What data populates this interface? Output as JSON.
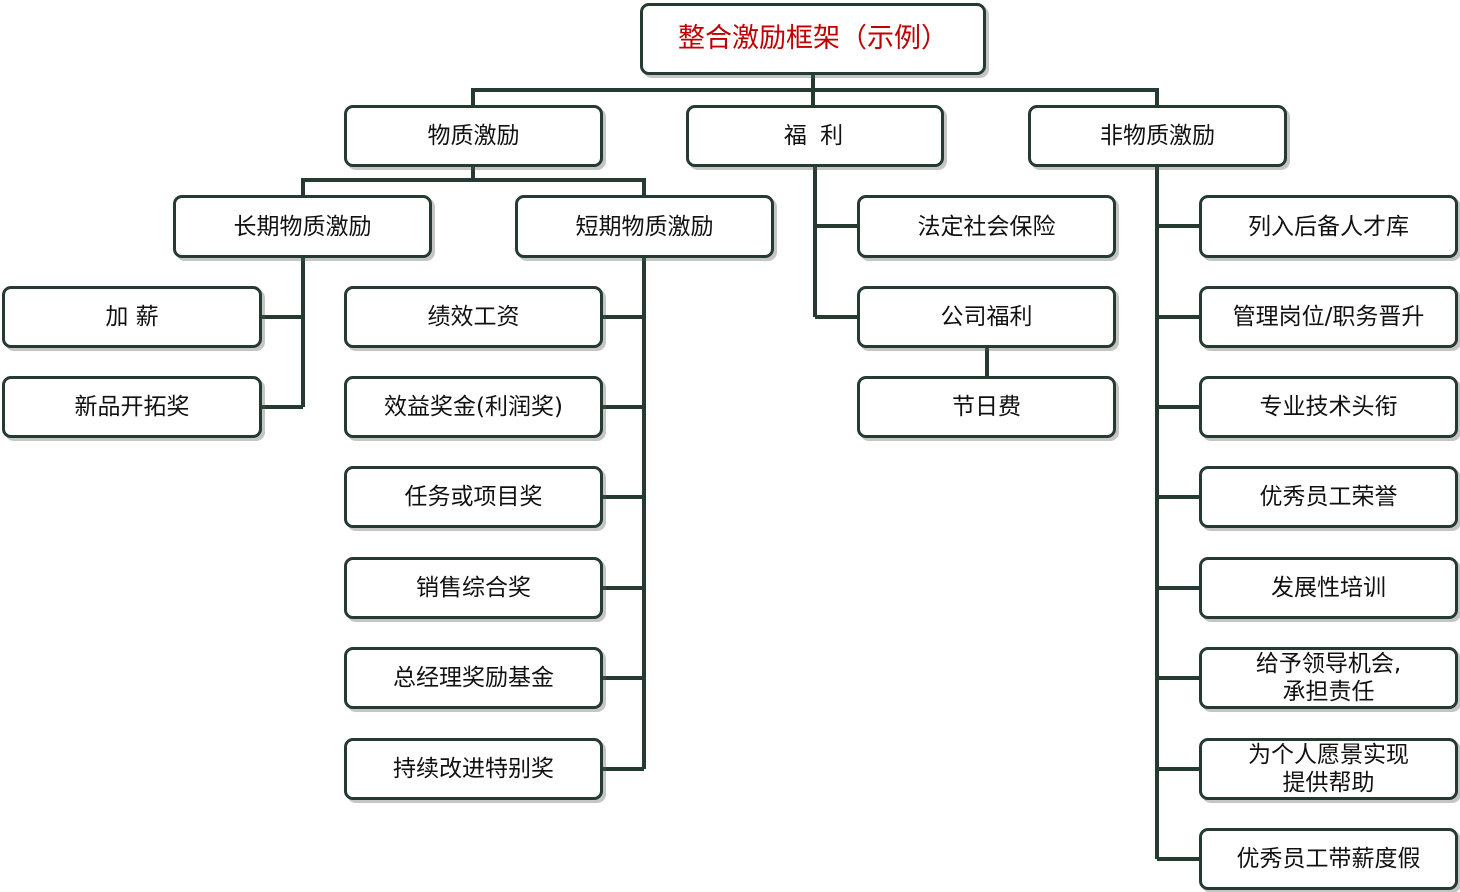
{
  "root": {
    "label": "整合激励框架（示例）",
    "color": "#c00000"
  },
  "material": {
    "label": "物质激励",
    "long_term": {
      "label": "长期物质激励",
      "items": [
        "加 薪",
        "新品开拓奖"
      ]
    },
    "short_term": {
      "label": "短期物质激励",
      "items": [
        "绩效工资",
        "效益奖金(利润奖)",
        "任务或项目奖",
        "销售综合奖",
        "总经理奖励基金",
        "持续改进特别奖"
      ]
    }
  },
  "welfare": {
    "label": "福 利",
    "items": [
      "法定社会保险",
      "公司福利"
    ],
    "sub_item": "节日费"
  },
  "non_material": {
    "label": "非物质激励",
    "items": [
      "列入后备人才库",
      "管理岗位/职务晋升",
      "专业技术头衔",
      "优秀员工荣誉",
      "发展性培训",
      "给予领导机会,\n承担责任",
      "为个人愿景实现\n提供帮助",
      "优秀员工带薪度假"
    ]
  },
  "line_color": "#253a30"
}
